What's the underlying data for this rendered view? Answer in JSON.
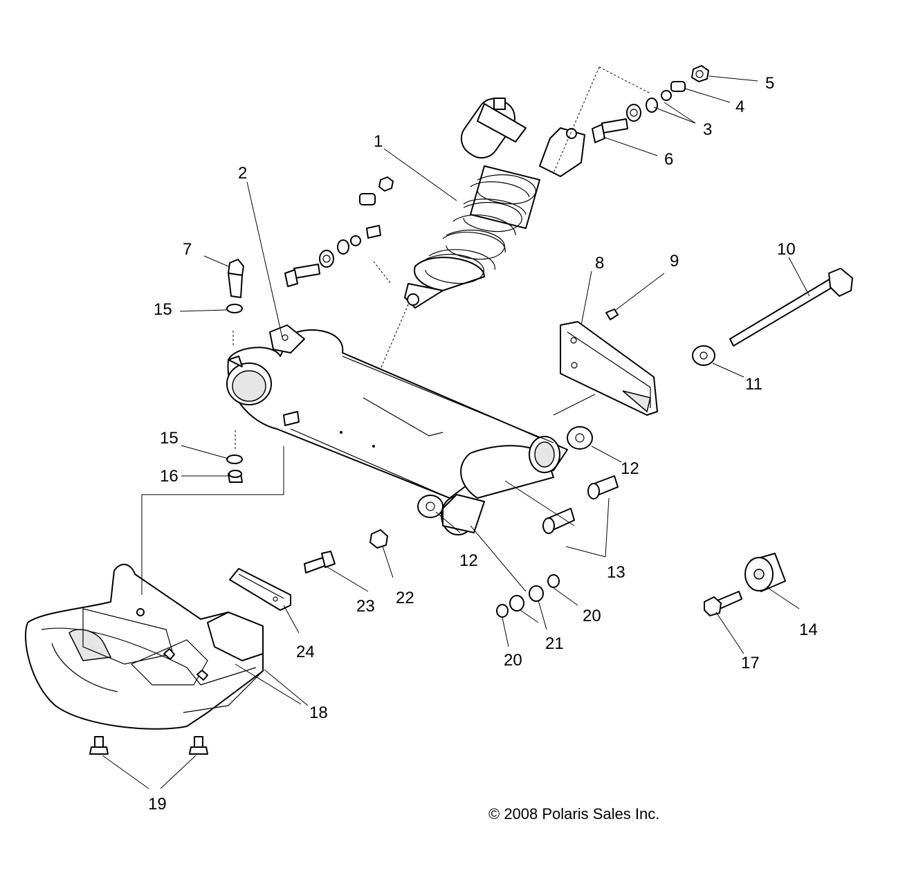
{
  "diagram": {
    "callouts": [
      "1",
      "2",
      "3",
      "4",
      "5",
      "6",
      "7",
      "8",
      "9",
      "10",
      "11",
      "12",
      "12",
      "13",
      "14",
      "15",
      "15",
      "16",
      "17",
      "18",
      "19",
      "20",
      "20",
      "21",
      "22",
      "23",
      "24"
    ],
    "copyright": "© 2008 Polaris Sales Inc."
  }
}
